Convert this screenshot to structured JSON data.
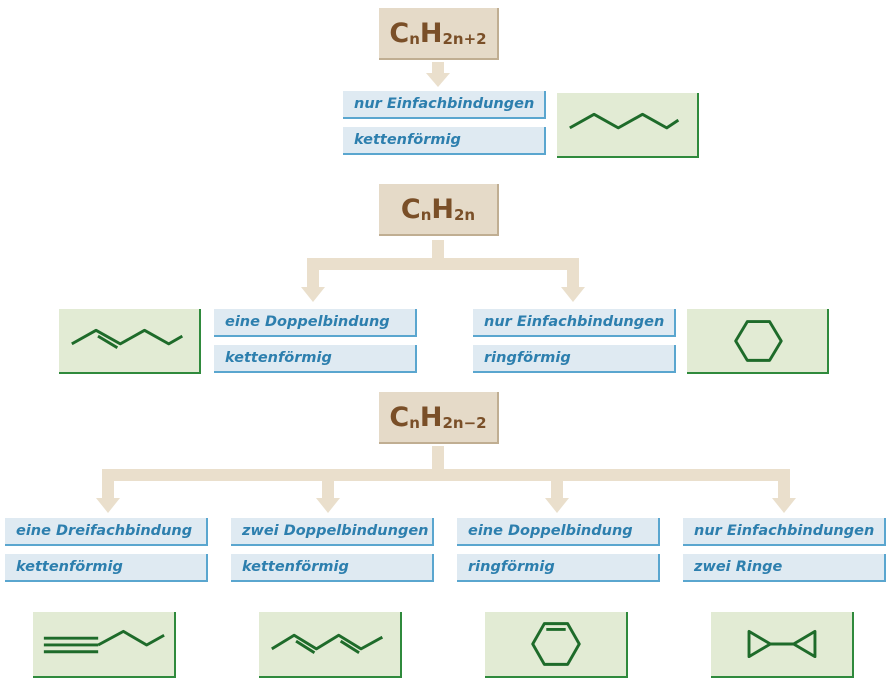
{
  "formulas": {
    "f1": {
      "base1": "C",
      "sub1": "n",
      "base2": "H",
      "sub2": "2n+2"
    },
    "f2": {
      "base1": "C",
      "sub1": "n",
      "base2": "H",
      "sub2": "2n"
    },
    "f3": {
      "base1": "C",
      "sub1": "n",
      "base2": "H",
      "sub2": "2n−2"
    }
  },
  "labels": {
    "a1_bond": "nur Einfachbindungen",
    "a1_shape": "kettenförmig",
    "b1_bond": "eine Doppelbindung",
    "b1_shape": "kettenförmig",
    "b2_bond": "nur Einfachbindungen",
    "b2_shape": "ringförmig",
    "c1_bond": "eine Dreifachbindung",
    "c1_shape": "kettenförmig",
    "c2_bond": "zwei Doppelbindungen",
    "c2_shape": "kettenförmig",
    "c3_bond": "eine Doppelbindung",
    "c3_shape": "ringförmig",
    "c4_bond": "nur Einfachbindungen",
    "c4_shape": "zwei Ringe"
  },
  "structures": {
    "a1": "pentane-skeletal-icon",
    "b1": "pent-2-ene-skeletal-icon",
    "b2": "cyclohexane-icon",
    "c1": "pent-1-yne-skeletal-icon",
    "c2": "hexa-2,4-diene-skeletal-icon",
    "c3": "cyclohexene-icon",
    "c4": "bicyclopropyl-icon"
  },
  "colors": {
    "formula_bg": "#e5dac8",
    "formula_text": "#7a4f28",
    "label_bg": "#dfeaf2",
    "label_text": "#2d7fae",
    "structure_bg": "#e2ebd4",
    "structure_line": "#1e6b2a",
    "arrow": "#eadfcc"
  }
}
